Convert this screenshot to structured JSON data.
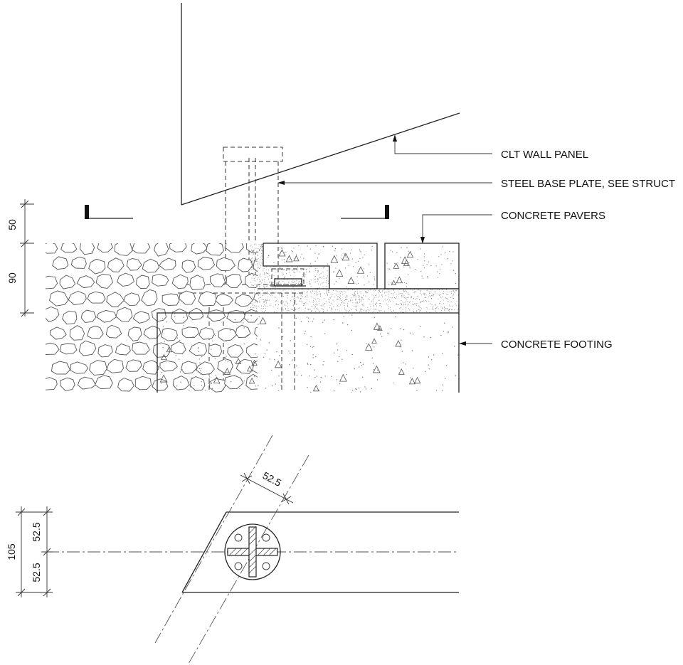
{
  "labels": {
    "clt_wall_panel": "CLT WALL PANEL",
    "steel_base_plate": "STEEL BASE PLATE, SEE STRUCT",
    "concrete_pavers": "CONCRETE PAVERS",
    "concrete_footing": "CONCRETE  FOOTING"
  },
  "section_dims": {
    "top": "50",
    "bottom": "90"
  },
  "plan_dims": {
    "diagonal": "52.5",
    "total": "105",
    "upper_half": "52.5",
    "lower_half": "52.5"
  },
  "colors": {
    "line": "#222222",
    "hatch": "#777777"
  }
}
